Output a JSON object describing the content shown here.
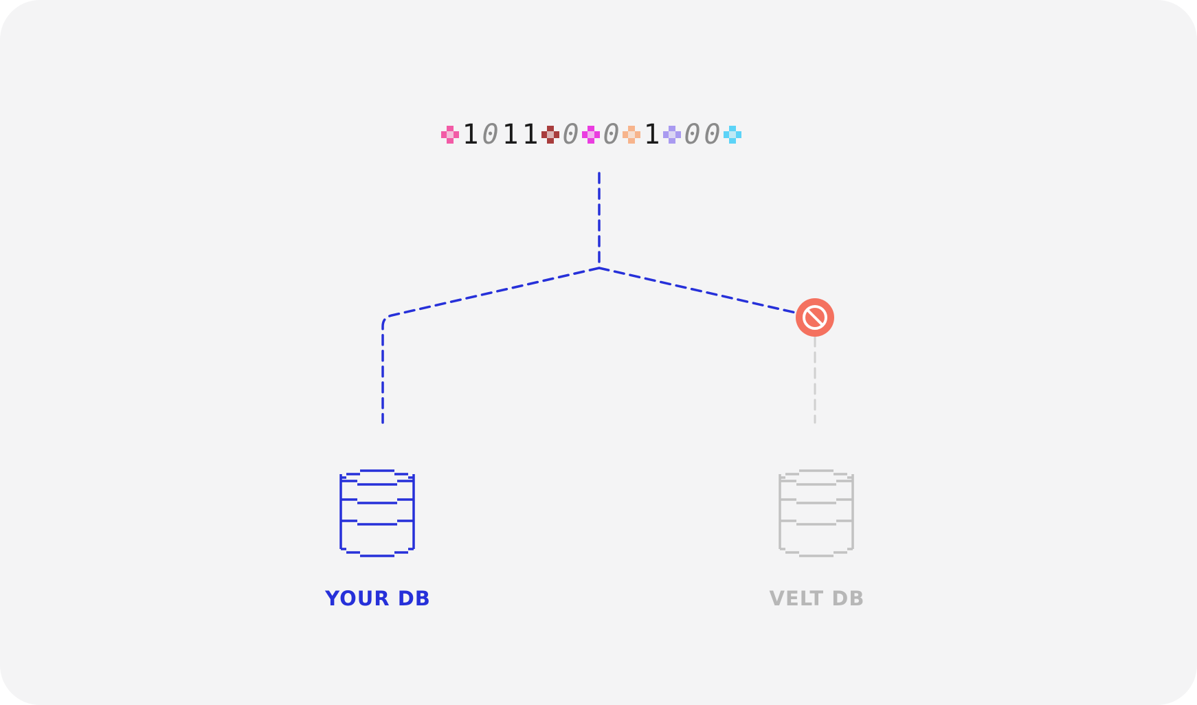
{
  "bit_stream": [
    {
      "kind": "spark",
      "color": "#f25ba6"
    },
    {
      "kind": "bit",
      "value": "1"
    },
    {
      "kind": "bit",
      "value": "0"
    },
    {
      "kind": "bit",
      "value": "1"
    },
    {
      "kind": "bit",
      "value": "1"
    },
    {
      "kind": "spark",
      "color": "#a83d3d"
    },
    {
      "kind": "bit",
      "value": "0"
    },
    {
      "kind": "spark",
      "color": "#ea3de0"
    },
    {
      "kind": "bit",
      "value": "0"
    },
    {
      "kind": "spark",
      "color": "#f7b48c"
    },
    {
      "kind": "bit",
      "value": "1"
    },
    {
      "kind": "spark",
      "color": "#a99af0"
    },
    {
      "kind": "bit",
      "value": "0"
    },
    {
      "kind": "bit",
      "value": "0"
    },
    {
      "kind": "spark",
      "color": "#5cd3f7"
    }
  ],
  "nodes": {
    "your_db": {
      "label": "YOUR DB",
      "color": "#2630d9",
      "icon": "database-icon"
    },
    "velt_db": {
      "label": "VELT DB",
      "color": "#c2c2c2",
      "icon": "database-icon"
    }
  },
  "connectors": {
    "active_color": "#2630d9",
    "blocked_color": "#d0d0d0",
    "blocked_marker": {
      "icon": "blocked-icon",
      "color": "#f4715f"
    }
  }
}
